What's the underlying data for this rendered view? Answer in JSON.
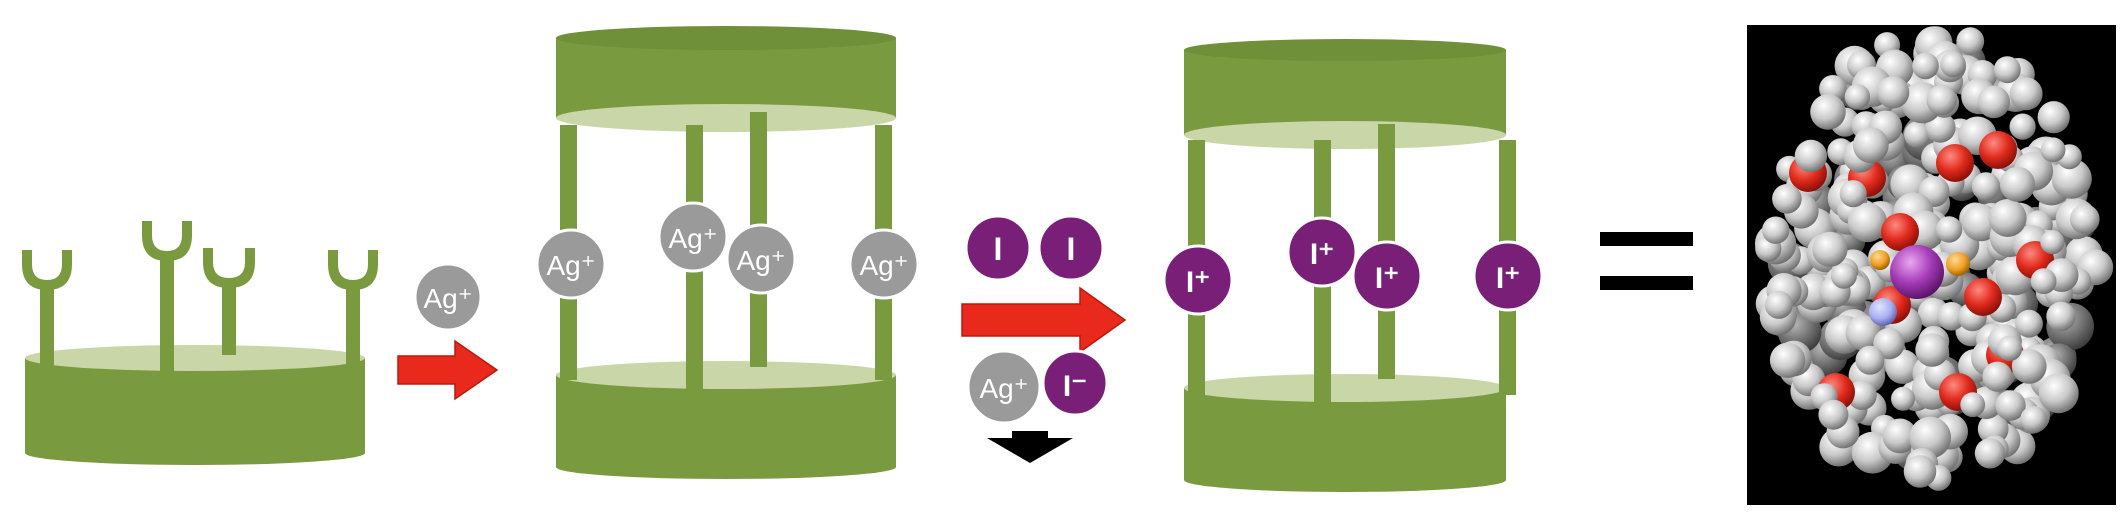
{
  "colors": {
    "cage_green": "#7a9a3f",
    "cage_green_dark": "#6a8a35",
    "cage_green_light": "#c9d7a8",
    "silver_ion": "#9a9a9a",
    "iodine": "#7a1f78",
    "arrow_red": "#e8291c",
    "black": "#000000"
  },
  "labels": {
    "ag_free": "Ag⁺",
    "ag_cage_1": "Ag⁺",
    "ag_cage_2": "Ag⁺",
    "ag_cage_3": "Ag⁺",
    "ag_cage_4": "Ag⁺",
    "i2_atom_1": "I",
    "i2_atom_2": "I",
    "agi_ag": "Ag⁺",
    "agi_i": "I⁻",
    "iplus_1": "I⁺",
    "iplus_2": "I⁺",
    "iplus_3": "I⁺",
    "iplus_4": "I⁺"
  },
  "icons": {
    "arrow_1": "red-right-arrow",
    "arrow_2": "red-right-arrow",
    "precipitate": "black-down-arrow",
    "equals": "equals-sign",
    "model": "space-filling-molecular-model"
  }
}
